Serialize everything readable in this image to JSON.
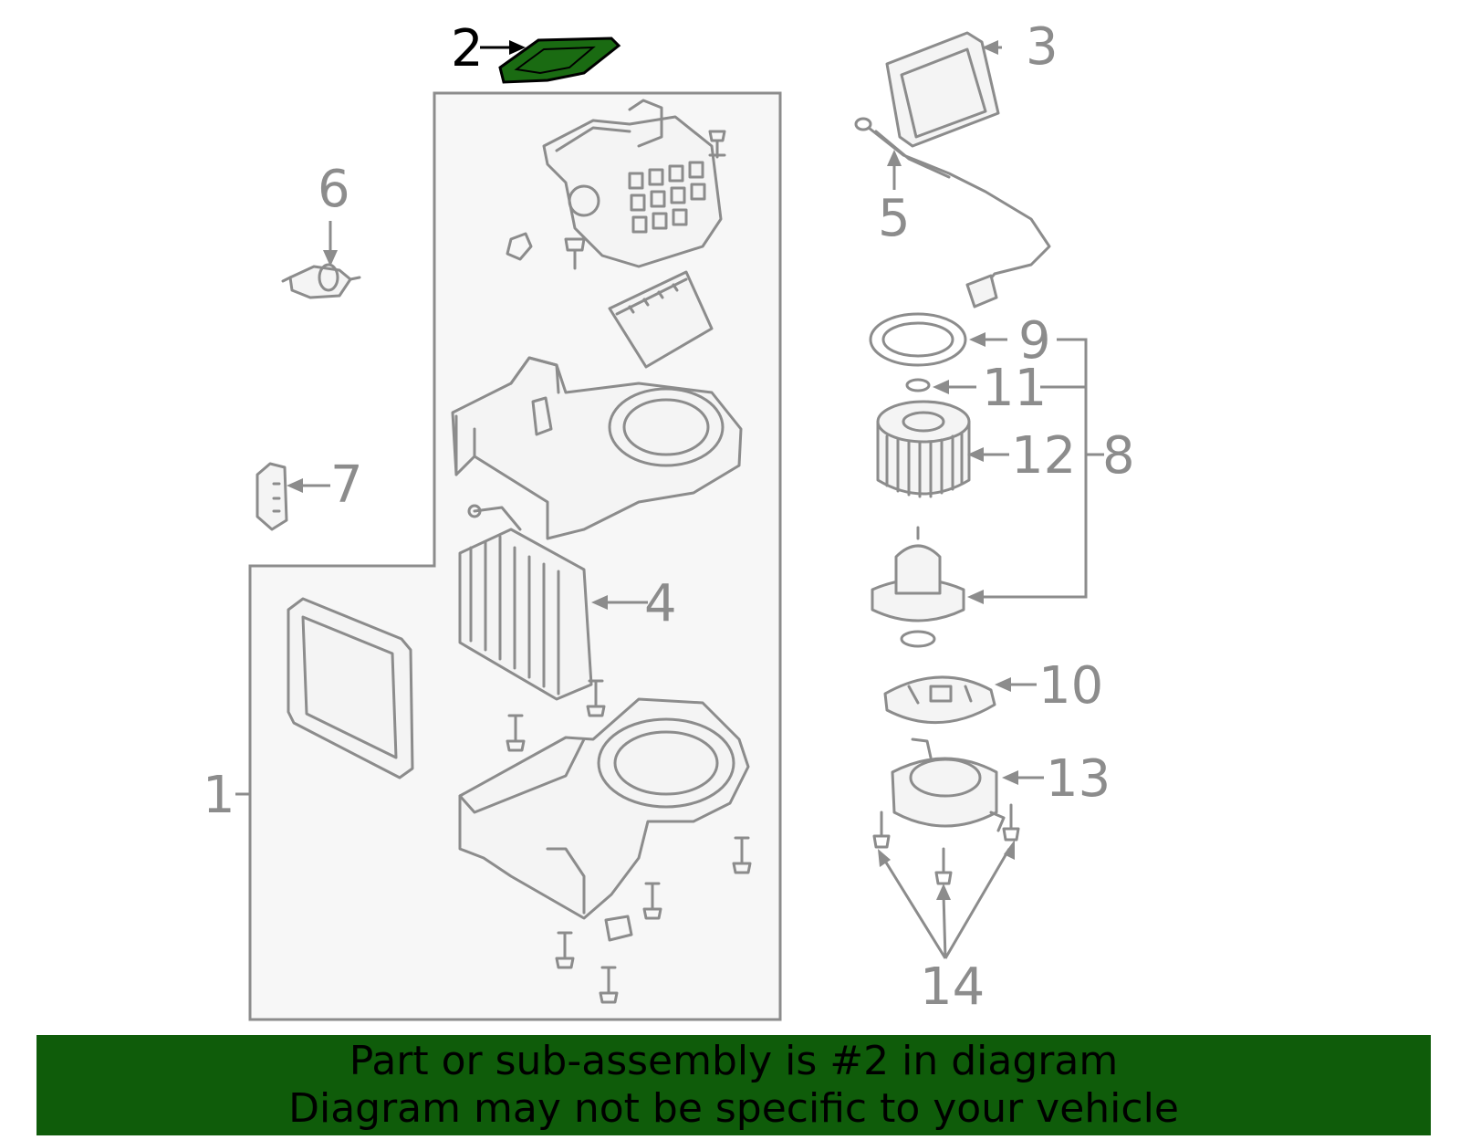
{
  "diagram": {
    "highlight_color": "#1a6b12",
    "line_color": "#8c8c8c",
    "callouts": {
      "c1": "1",
      "c2": "2",
      "c3": "3",
      "c4": "4",
      "c5": "5",
      "c6": "6",
      "c7": "7",
      "c8": "8",
      "c9": "9",
      "c10": "10",
      "c11": "11",
      "c12": "12",
      "c13": "13",
      "c14": "14"
    },
    "highlighted_part": "2"
  },
  "banner": {
    "line1": "Part or sub-assembly is #2 in diagram",
    "line2": "Diagram may not be specific to your vehicle",
    "background": "#0f5c0a"
  }
}
